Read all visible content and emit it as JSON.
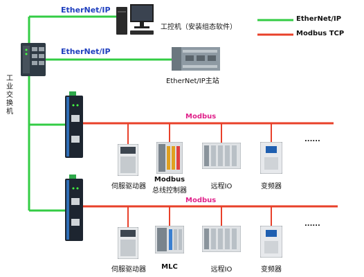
{
  "legend": {
    "ethernet_ip": "EtherNet/IP",
    "modbus_tcp": "Modbus TCP"
  },
  "colors": {
    "ethernet_ip_line": "#33cc44",
    "modbus_tcp_line": "#e8402a",
    "ethernet_label": "#1f3fbf",
    "modbus_label": "#e0218a"
  },
  "top": {
    "link1_label": "EtherNet/IP",
    "link2_label": "EtherNet/IP",
    "ipc_label": "工控机（安装组态软件）",
    "master_label": "EtherNet/IP主站",
    "switch_label": "工业交换机"
  },
  "bus1": {
    "label": "Modbus",
    "devices": [
      "伺服驱动器",
      "Modbus",
      "总线控制器",
      "远程IO",
      "变频器"
    ],
    "more": "......"
  },
  "bus2": {
    "label": "Modbus",
    "devices": [
      "伺服驱动器",
      "MLC",
      "远程IO",
      "变频器"
    ],
    "more": "......"
  }
}
